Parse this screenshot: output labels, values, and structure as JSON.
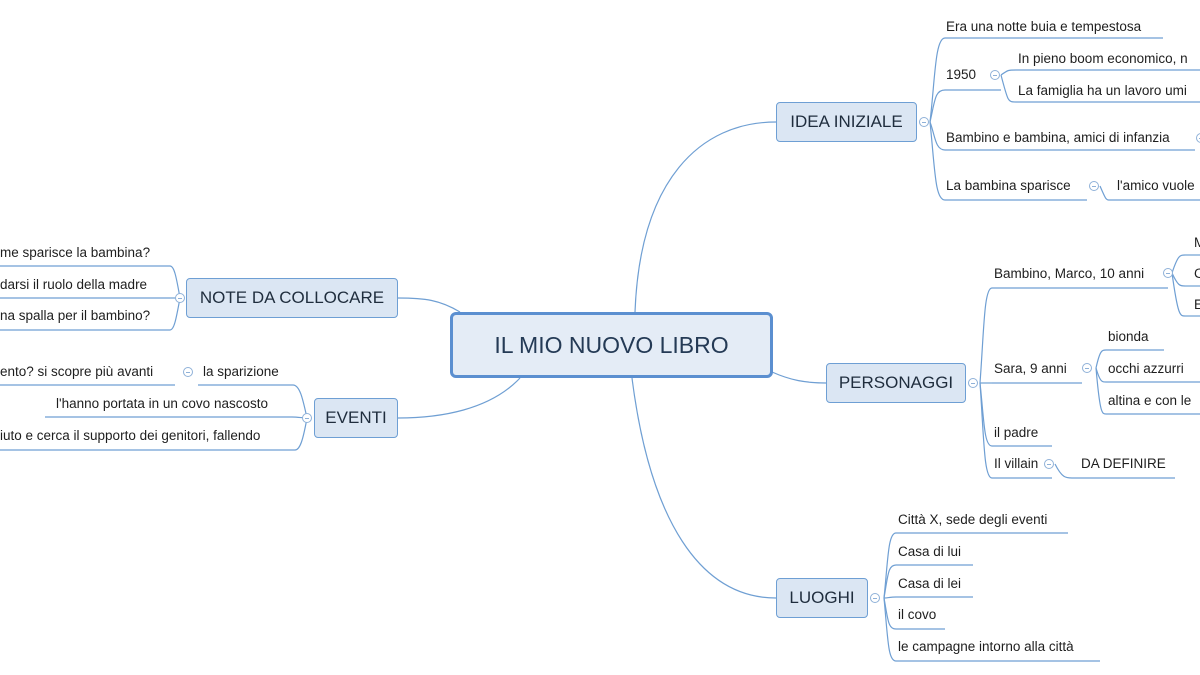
{
  "central": {
    "label": "IL MIO NUOVO LIBRO"
  },
  "idea": {
    "label": "IDEA INIZIALE",
    "notte": "Era una notte buia e tempestosa",
    "anno": "1950",
    "boom": "In pieno boom economico, n",
    "famiglia": "La famiglia ha un lavoro umi",
    "amici": "Bambino e bambina, amici di infanzia",
    "sparisce": "La bambina sparisce",
    "amico": "l'amico vuole"
  },
  "personaggi": {
    "label": "PERSONAGGI",
    "marco": "Bambino, Marco, 10 anni",
    "marco_a": "M",
    "marco_b": "C",
    "marco_c": "E",
    "sara": "Sara, 9 anni",
    "bionda": "bionda",
    "occhi": "occhi azzurri",
    "altina": "altina e con le",
    "padre": "il padre",
    "villain": "Il villain",
    "definire": "DA DEFINIRE"
  },
  "luoghi": {
    "label": "LUOGHI",
    "citta": "Città X, sede degli eventi",
    "casa_lui": "Casa di lui",
    "casa_lei": "Casa di lei",
    "covo": "il covo",
    "campagne": "le campagne intorno alla città"
  },
  "note": {
    "label": "NOTE DA COLLOCARE",
    "come": "me sparisce la bambina?",
    "ruolo": "darsi il ruolo della madre",
    "spalla": "na spalla per il bambino?"
  },
  "eventi": {
    "label": "EVENTI",
    "sparizione": "la sparizione",
    "avanti": "ento? si scopre più avanti",
    "covo": "l'hanno portata in un covo nascosto",
    "aiuto": "iuto e cerca il supporto dei genitori, fallendo"
  },
  "colors": {
    "line": "#6f9fd3",
    "node_fill": "#dbe6f3",
    "node_border": "#6e9fd4",
    "central_border": "#5b8fd0"
  }
}
